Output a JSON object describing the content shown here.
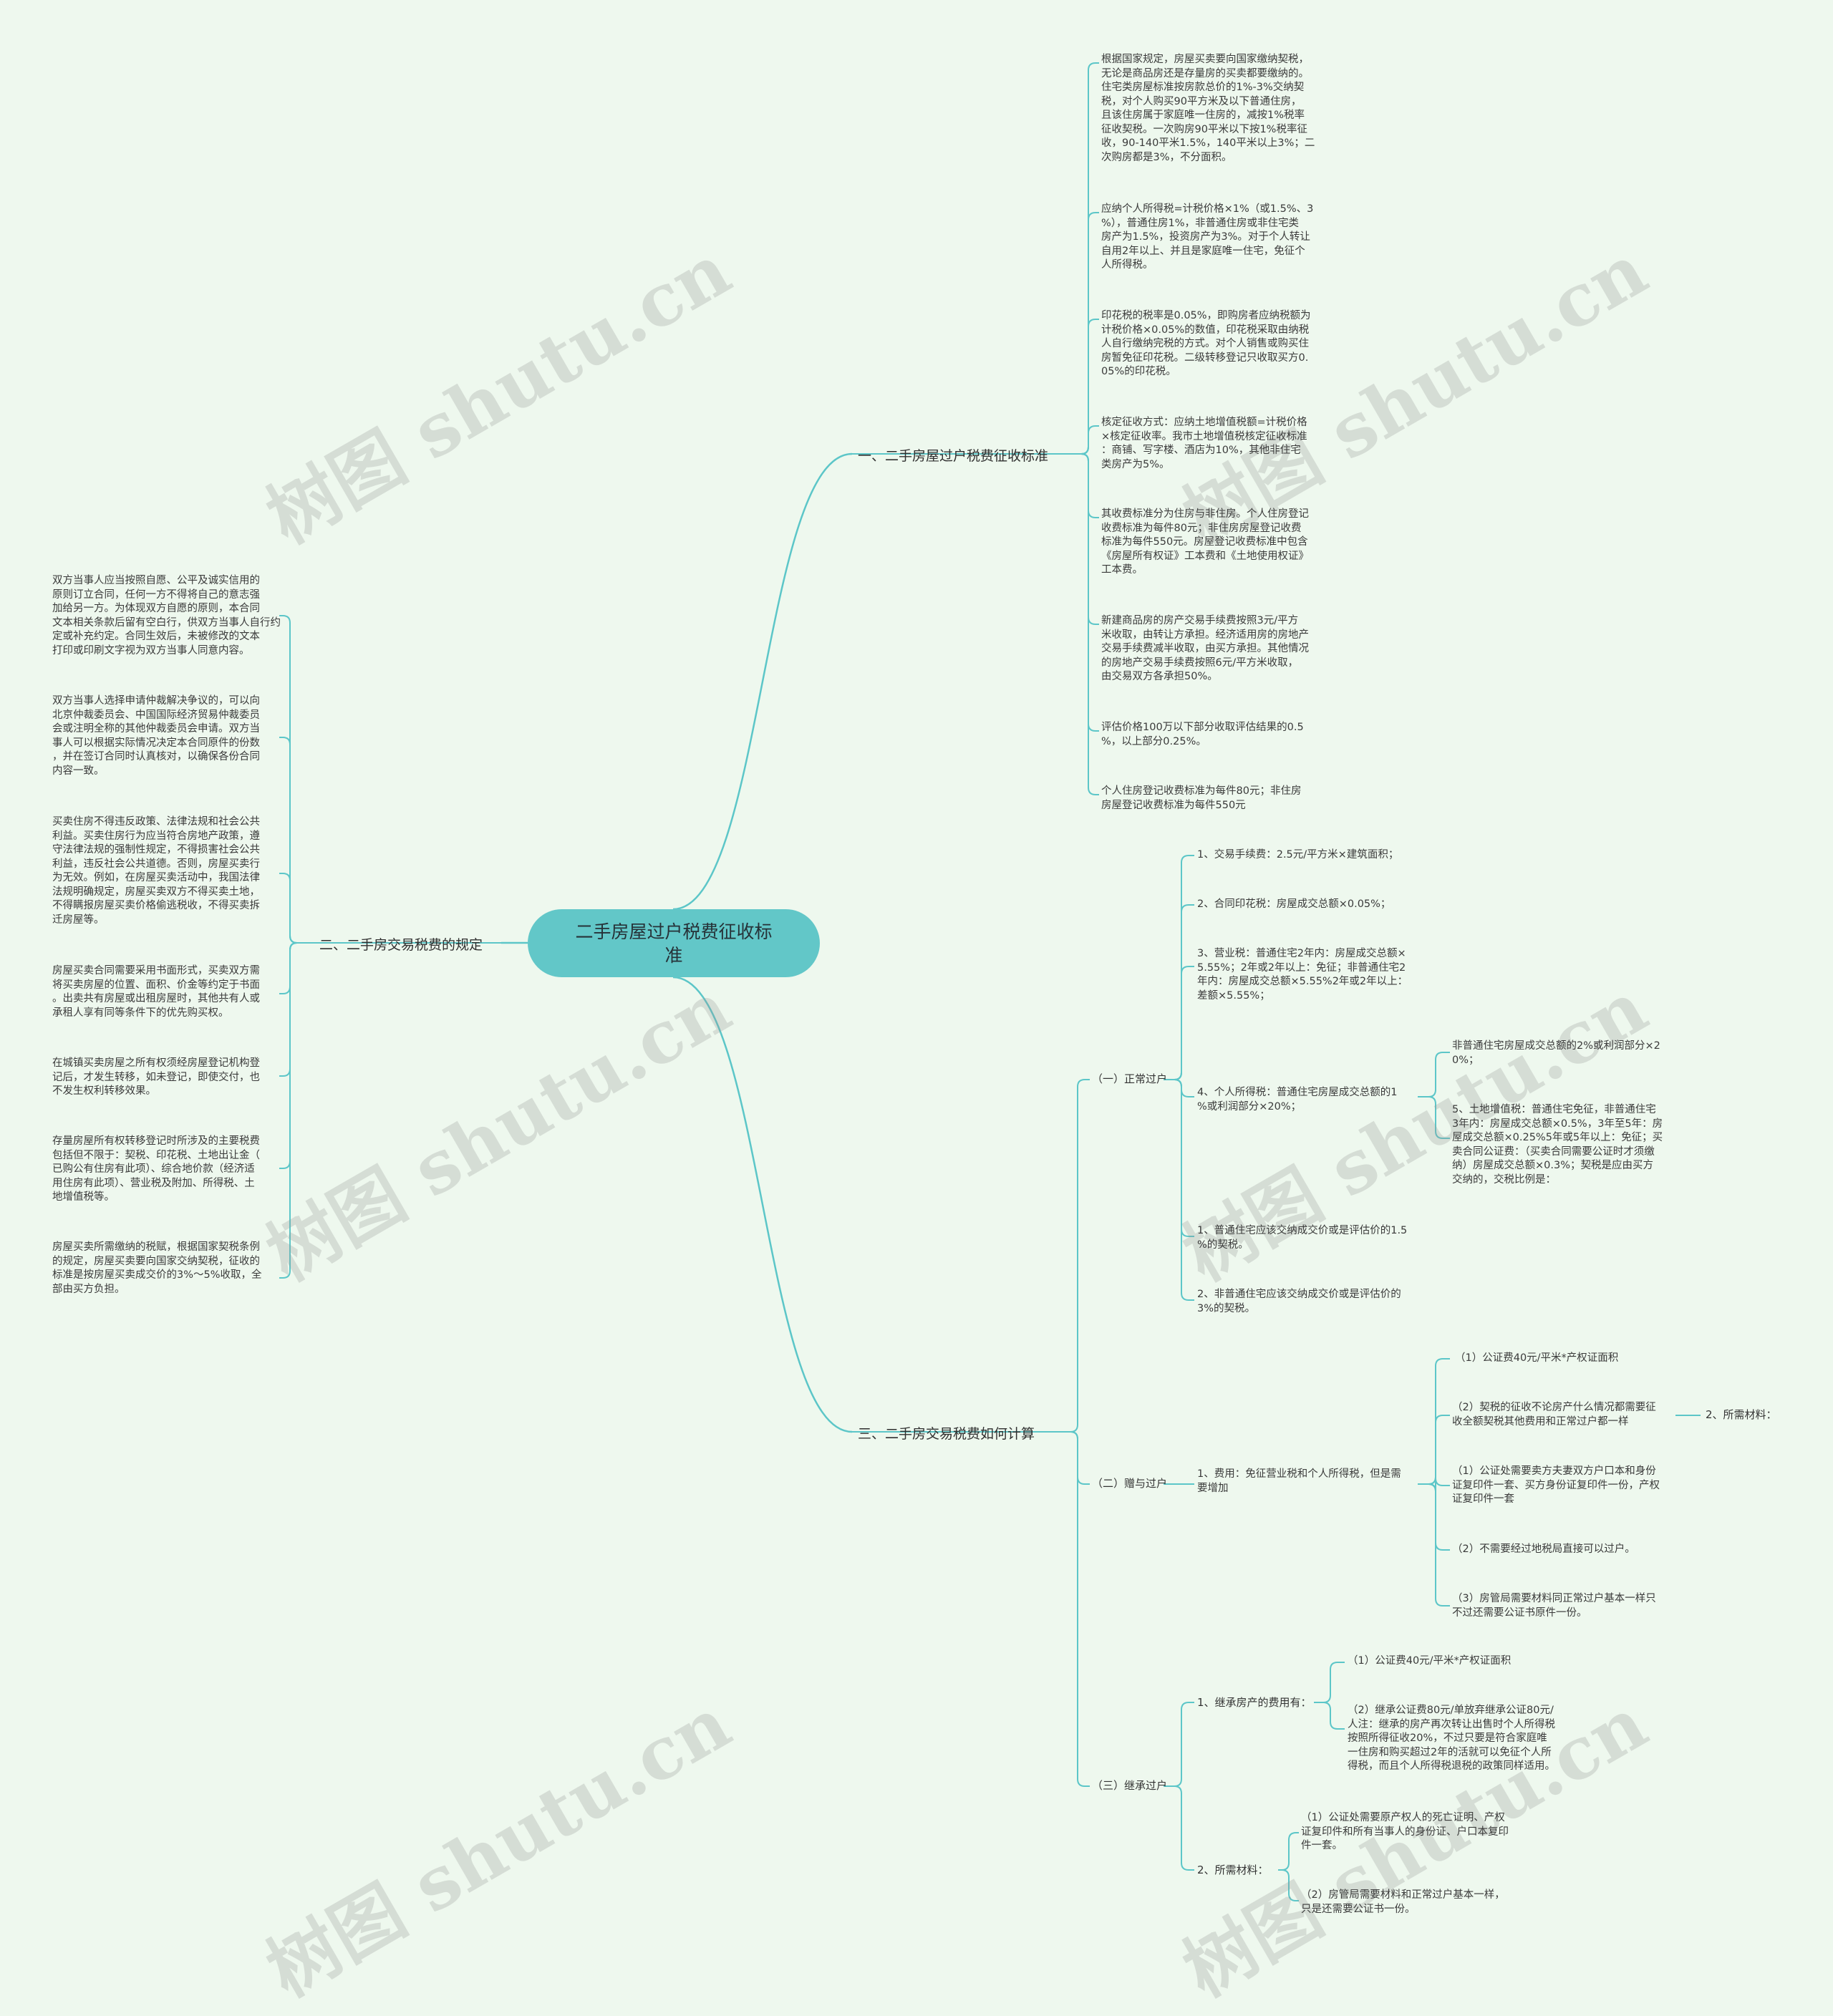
{
  "root": "二手房屋过户税费征收标\n准",
  "watermark": "树图 shutu.cn",
  "branch1": {
    "title": "一、二手房屋过户税费征收标准",
    "items": [
      "根据国家规定，房屋买卖要向国家缴纳契税，\n无论是商品房还是存量房的买卖都要缴纳的。\n住宅类房屋标准按房款总价的1%-3%交纳契\n税，对个人购买90平方米及以下普通住房，\n且该住房属于家庭唯一住房的，减按1%税率\n征收契税。一次购房90平米以下按1%税率征\n收，90-140平米1.5%，140平米以上3%；二\n次购房都是3%，不分面积。",
      "应纳个人所得税=计税价格×1%（或1.5%、3\n%），普通住房1%，非普通住房或非住宅类\n房产为1.5%，投资房产为3%。对于个人转让\n自用2年以上、并且是家庭唯一住宅，免征个\n人所得税。",
      "印花税的税率是0.05%，即购房者应纳税额为\n计税价格×0.05%的数值，印花税采取由纳税\n人自行缴纳完税的方式。对个人销售或购买住\n房暂免征印花税。二级转移登记只收取买方0.\n05%的印花税。",
      "核定征收方式：应纳土地增值税额=计税价格\n×核定征收率。我市土地增值税核定征收标准\n：商铺、写字楼、酒店为10%，其他非住宅\n类房产为5%。",
      "其收费标准分为住房与非住房。个人住房登记\n收费标准为每件80元；非住房房屋登记收费\n标准为每件550元。房屋登记收费标准中包含\n《房屋所有权证》工本费和《土地使用权证》\n工本费。",
      "新建商品房的房产交易手续费按照3元/平方\n米收取，由转让方承担。经济适用房的房地产\n交易手续费减半收取，由买方承担。其他情况\n的房地产交易手续费按照6元/平方米收取，\n由交易双方各承担50%。",
      "评估价格100万以下部分收取评估结果的0.5\n%，以上部分0.25%。",
      "个人住房登记收费标准为每件80元；非住房\n房屋登记收费标准为每件550元"
    ]
  },
  "branch2": {
    "title": "二、二手房交易税费的规定",
    "items": [
      "双方当事人应当按照自愿、公平及诚实信用的\n原则订立合同，任何一方不得将自己的意志强\n加给另一方。为体现双方自愿的原则，本合同\n文本相关条款后留有空白行，供双方当事人自行约\n定或补充约定。合同生效后，未被修改的文本\n打印或印刷文字视为双方当事人同意内容。",
      "双方当事人选择申请仲裁解决争议的，可以向\n北京仲裁委员会、中国国际经济贸易仲裁委员\n会或注明全称的其他仲裁委员会申请。双方当\n事人可以根据实际情况决定本合同原件的份数\n，并在签订合同时认真核对，以确保各份合同\n内容一致。",
      "买卖住房不得违反政策、法律法规和社会公共\n利益。买卖住房行为应当符合房地产政策，遵\n守法律法规的强制性规定，不得损害社会公共\n利益，违反社会公共道德。否则，房屋买卖行\n为无效。例如，在房屋买卖活动中，我国法律\n法规明确规定，房屋买卖双方不得买卖土地，\n不得瞒报房屋买卖价格偷逃税收，不得买卖拆\n迁房屋等。",
      "房屋买卖合同需要采用书面形式，买卖双方需\n将买卖房屋的位置、面积、价金等约定于书面\n。出卖共有房屋或出租房屋时，其他共有人或\n承租人享有同等条件下的优先购买权。",
      "在城镇买卖房屋之所有权须经房屋登记机构登\n记后，才发生转移，如未登记，即使交付，也\n不发生权利转移效果。",
      "存量房屋所有权转移登记时所涉及的主要税费\n包括但不限于：契税、印花税、土地出让金（\n已购公有住房有此项）、综合地价款（经济适\n用住房有此项）、营业税及附加、所得税、土\n地增值税等。",
      "房屋买卖所需缴纳的税赋，根据国家契税条例\n的规定，房屋买卖要向国家交纳契税，征收的\n标准是按房屋买卖成交价的3%～5%收取，全\n部由买方负担。"
    ]
  },
  "branch3": {
    "title": "三、二手房交易税费如何计算",
    "normal": {
      "label": "（一）正常过户",
      "items": [
        "1、交易手续费：2.5元/平方米×建筑面积；",
        "2、合同印花税：房屋成交总额×0.05%；",
        "3、营业税：普通住宅2年内：房屋成交总额×\n5.55%；2年或2年以上：免征；非普通住宅2\n年内：房屋成交总额×5.55%2年或2年以上：\n差额×5.55%；",
        "4、个人所得税：普通住宅房屋成交总额的1\n%或利润部分×20%；",
        "1、普通住宅应该交纳成交价或是评估价的1.5\n%的契税。",
        "2、非普通住宅应该交纳成交价或是评估价的\n3%的契税。"
      ],
      "sub4": [
        "非普通住宅房屋成交总额的2%或利润部分×2\n0%；",
        "5、土地增值税：普通住宅免征，非普通住宅\n3年内：房屋成交总额×0.5%，3年至5年：房\n屋成交总额×0.25%5年或5年以上：免征；买\n卖合同公证费：（买卖合同需要公证时才须缴\n纳）房屋成交总额×0.3%；契税是应由买方\n交纳的，交税比例是："
      ]
    },
    "gift": {
      "label": "（二）赠与过户",
      "fee": "1、费用：免征营业税和个人所得税，但是需\n要增加",
      "items": [
        "（1）公证费40元/平米*产权证面积",
        "（2）契税的征收不论房产什么情况都需要征\n收全额契税其他费用和正常过户都一样",
        "（1）公证处需要卖方夫妻双方户口本和身份\n证复印件一套、买方身份证复印件一份，产权\n证复印件一套",
        "（2）不需要经过地税局直接可以过户。",
        "（3）房管局需要材料同正常过户基本一样只\n不过还需要公证书原件一份。"
      ],
      "materials": "2、所需材料："
    },
    "inherit": {
      "label": "（三）继承过户",
      "fees_label": "1、继承房产的费用有：",
      "fees": [
        "（1）公证费40元/平米*产权证面积",
        "（2）继承公证费80元/单放弃继承公证80元/\n人注：继承的房产再次转让出售时个人所得税\n按照所得征收20%，不过只要是符合家庭唯\n一住房和购买超过2年的活就可以免征个人所\n得税，而且个人所得税退税的政策同样适用。"
      ],
      "materials_label": "2、所需材料：",
      "materials": [
        "（1）公证处需要原产权人的死亡证明、产权\n证复印件和所有当事人的身份证、户口本复印\n件一套。",
        "（2）房管局需要材料和正常过户基本一样，\n只是还需要公证书一份。"
      ]
    }
  },
  "colors": {
    "line": "#5cc6c8",
    "root_bg": "#62c7c8",
    "background": "#eef8ee"
  }
}
